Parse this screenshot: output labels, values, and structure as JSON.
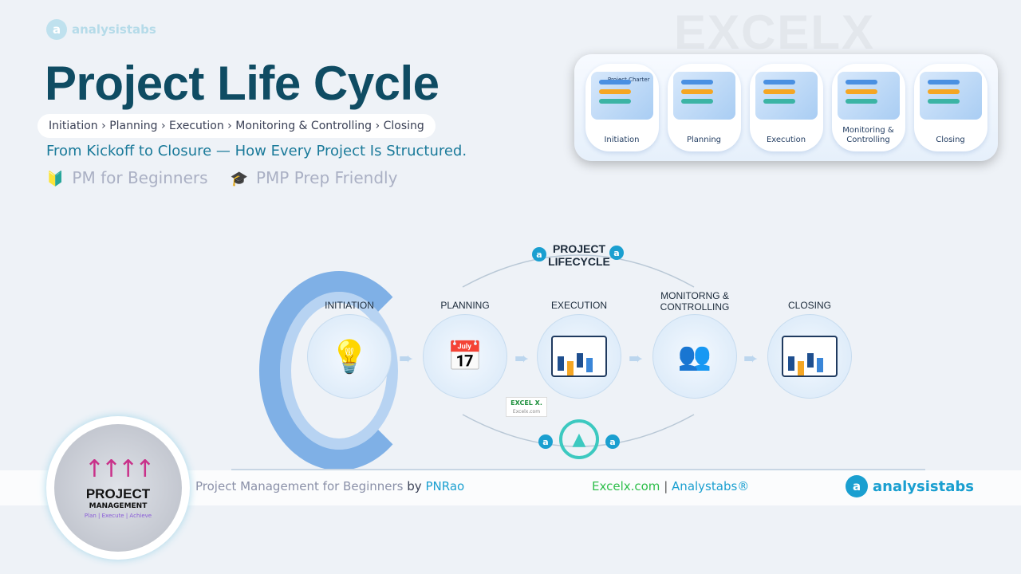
{
  "brand": {
    "name": "analysistabs",
    "watermark": "EXCELX",
    "logo_letter": "a"
  },
  "header": {
    "title": "Project Life Cycle",
    "breadcrumb": [
      "Initiation",
      "Planning",
      "Execution",
      "Monitoring & Controlling",
      "Closing"
    ],
    "separator": "›",
    "tagline": "From Kickoff to Closure — How Every Project Is Structured.",
    "badges": [
      {
        "icon": "beginner-icon",
        "glyph": "🔰",
        "label": "PM for Beginners"
      },
      {
        "icon": "graduation-cap-icon",
        "glyph": "🎓",
        "label": "PMP Prep Friendly"
      }
    ]
  },
  "preview_card": {
    "stages": [
      "Initiation",
      "Planning",
      "Execution",
      "Monitoring & Controlling",
      "Closing"
    ],
    "charter_label": "Project Charter"
  },
  "diagram": {
    "center_title_1": "PROJECT",
    "center_title_2": "LIFECYCLE",
    "stages": [
      "INITIATION",
      "PLANNING",
      "EXECUTION",
      "MONITORNG & CONTROLLING",
      "CLOSING"
    ],
    "excel_card": {
      "title": "EXCEL X.",
      "sub": "Excelx.com"
    },
    "arrow_glyph": "➨"
  },
  "footer": {
    "series": "Project Management for Beginners",
    "by": "by",
    "author": "PNRao",
    "site1": "Excelx.com",
    "sep": "|",
    "site2": "Analystabs®",
    "logo": "analysistabs"
  },
  "course_badge": {
    "title": "PROJECT",
    "subtitle": "MANAGEMENT",
    "tagline": "Plan | Execute | Achieve"
  },
  "colors": {
    "title": "#0f4c63",
    "accent": "#1a9fd0",
    "green": "#2dbe4a"
  }
}
